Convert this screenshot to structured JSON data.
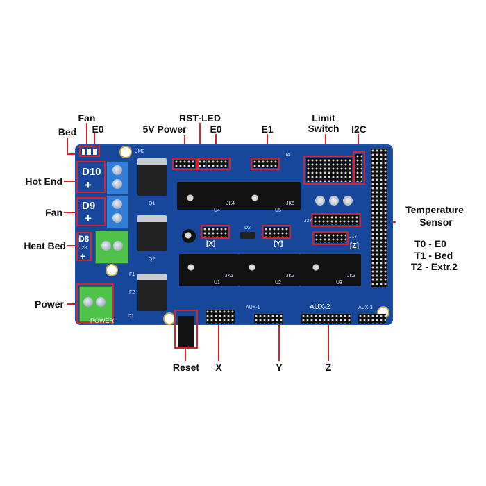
{
  "labels": {
    "fan_top": "Fan",
    "bed_top": "Bed",
    "e0_top": "E0",
    "rst_led": "RST-LED",
    "five_v_power": "5V Power",
    "e0_mid": "E0",
    "e1": "E1",
    "limit_switch_1": "Limit",
    "limit_switch_2": "Switch",
    "i2c": "I2C",
    "hot_end": "Hot End",
    "fan_left": "Fan",
    "heat_bed": "Heat Bed",
    "power": "Power",
    "temp_sensor_1": "Temperature",
    "temp_sensor_2": "Sensor",
    "reset": "Reset",
    "x": "X",
    "y": "Y",
    "z": "Z"
  },
  "legend": {
    "t0": "T0 - E0",
    "t1": "T1 - Bed",
    "t2": "T2 - Extr.2"
  },
  "board": {
    "d10": "D10",
    "d9": "D9",
    "d8": "D8",
    "j28": "J28",
    "plus": "+",
    "x_bracket": "[X]",
    "y_bracket": "[Y]",
    "z_bracket": "[Z]",
    "power_silk": "POWER",
    "aux1": "AUX-1",
    "aux2": "AUX-2",
    "aux3": "AUX-3",
    "jm2": "JM2",
    "j4": "J4",
    "j17": "J17",
    "j27": "J27",
    "d2": "D2",
    "jk1": "JK1",
    "jk2": "JK2",
    "jk3": "JK3",
    "jk4": "JK4",
    "jk5": "JK5",
    "q1": "Q1",
    "q2": "Q2",
    "d1": "D1",
    "f1": "F1",
    "f2": "F2",
    "u1": "U1",
    "u2": "U2",
    "u3": "U3",
    "u4": "U4",
    "u5": "U5"
  },
  "colors": {
    "board": "#17479a",
    "highlight": "#d8222a",
    "terminal_blue": "#2f7fd9",
    "terminal_green": "#4fc24a"
  }
}
